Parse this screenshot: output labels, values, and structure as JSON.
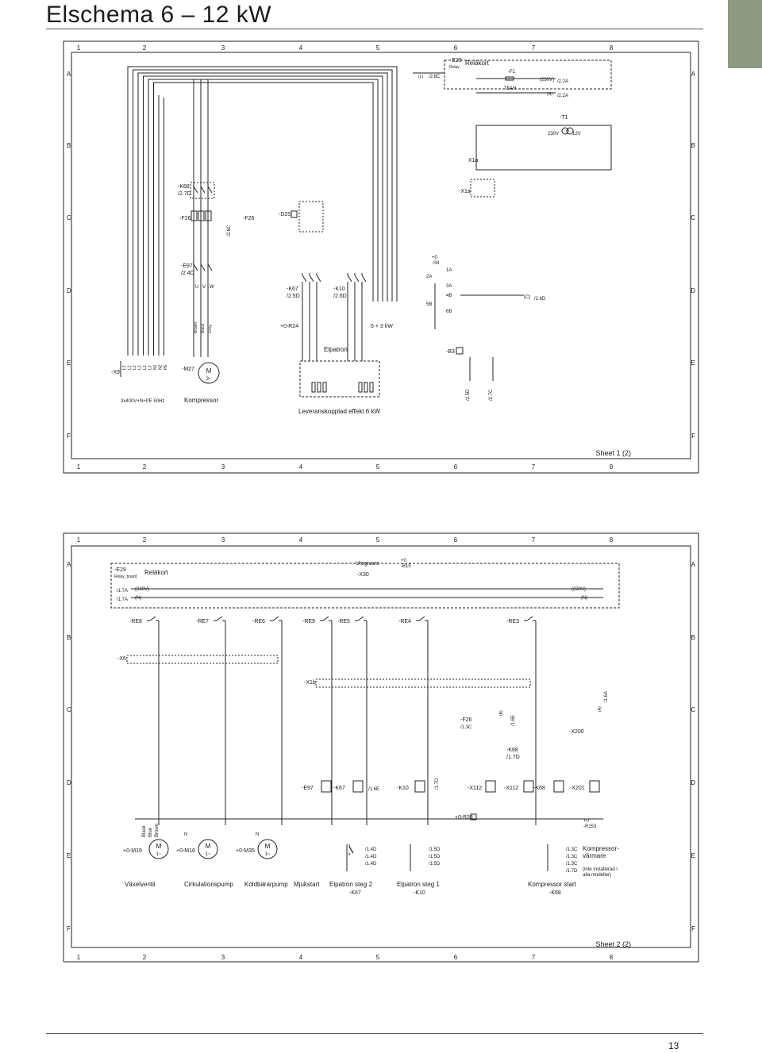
{
  "page": {
    "title": "Elschema 6 – 12 kW",
    "page_number": "13",
    "tab_color": "#8d9b82"
  },
  "sheet1": {
    "col_numbers": [
      "1",
      "2",
      "3",
      "4",
      "5",
      "6",
      "7",
      "8"
    ],
    "row_letters": [
      "A",
      "B",
      "C",
      "D",
      "E",
      "F"
    ],
    "sheet_label": "Sheet 1 (2)",
    "labels": {
      "e29": "-E29",
      "e29_sub": "Relay",
      "relakort": "Reläkort",
      "ref_28c": "/2.8C",
      "l_marker": "(L)",
      "f1": "-F1",
      "f1_val": "T5AH",
      "v230": "(230V)",
      "n_marker": "(N)",
      "ref_22a_1": "/2.2A",
      "ref_22a_2": "/2.2A",
      "t1": "-T1",
      "t1_in": "230V",
      "t1_out": "12V",
      "x1a_top": "X1a",
      "x1a": "-X1a",
      "k68": "-K68",
      "k68_ref": "/2.7D",
      "f26": "-F26",
      "f26_b": "-F26",
      "f26_ref": "/2.6C",
      "d25": "-D25",
      "e97": "-E97",
      "e97_ref": "/2.4D",
      "k67": "-K67",
      "k67_ref": "/2.5D",
      "k10": "-K10",
      "k10_ref": "/2.6D",
      "r24": "+0-R24",
      "kw": "6 + 3 kW",
      "elpatron": "Elpatron",
      "s8": "+0\n-S8",
      "b3": "-B3",
      "c_marker": "(C)",
      "ref_26": "/2.6D",
      "ref_25": "/2.5D",
      "ref_27": "/2.7C",
      "x9": "-X9",
      "m27": "-M27",
      "motor": "M",
      "motor_ph": "3~",
      "supply": "3x400V+N+PE 50Hz",
      "kompressor": "Kompressor",
      "leveranskopplad": "Leveranskopplad effekt 6 kW",
      "terms_x9": [
        "L1",
        "L1",
        "L2",
        "L2",
        "L3",
        "L3",
        "N1",
        "N2",
        "PE"
      ],
      "motor_wires": [
        "U",
        "V",
        "W"
      ],
      "colors": [
        "Brown",
        "Black",
        "Grey"
      ],
      "switch_pos": [
        "1A",
        "2A",
        "3A",
        "4B",
        "5B",
        "6B"
      ]
    }
  },
  "sheet2": {
    "col_numbers": [
      "1",
      "2",
      "3",
      "4",
      "5",
      "6",
      "7",
      "8"
    ],
    "row_letters": [
      "A",
      "B",
      "C",
      "D",
      "E",
      "F"
    ],
    "sheet_label": "Sheet 2 (2)",
    "labels": {
      "e29": "-E29",
      "e29_sub": "Relay_board",
      "relakort": "Reläkort",
      "ref_17a_1": "/1.7A",
      "ref_17a_2": "/1.7A",
      "v230_l": "(230V)",
      "n_l": "(N)",
      "v230_r": "(230V)",
      "n_r": "(N)",
      "utegivare": "Utegivare",
      "x30": "-X30",
      "b15": "+0\n-B15",
      "relays": [
        "-RE8",
        "-RE7",
        "-RE6",
        "-RE9",
        "-RE5",
        "-RE4",
        "-RE3"
      ],
      "x6": "-X6",
      "x1b": "-X1b",
      "f26": "-F26",
      "f26_ref": "/1.3C",
      "b_marker": "(B)",
      "ref_16e": "/1.6E",
      "k68_a": "-K68",
      "k68_a_ref": "/1.7D",
      "x200": "-X200",
      "a_marker": "(A)",
      "ref_16a": "/1.6A",
      "e97": "-E97",
      "k67": "-K67",
      "ref_16e_b": "/1.6E",
      "k10": "-K10",
      "ref_17d": "/1.7D",
      "x112": "-X112",
      "x112_b": "-X112",
      "k68": "-K68",
      "x201": "-X201",
      "b33": "+0-B33",
      "r153": "+0\n-R153",
      "m19": "+0-M19",
      "m16": "+0-M16",
      "m35": "+0-M35",
      "motor": "M",
      "motor_ph": "1~",
      "n": "N",
      "cable_colors": [
        "Black",
        "Blue",
        "Brown"
      ],
      "vaxelventil": "Växelventil",
      "cirkulationspump": "Cirkulationspump",
      "koldbararpump": "Köldbärarpump",
      "mjukstart": "Mjukstart",
      "elpatron2": "Elpatron steg 2",
      "elpatron2_id": "-K67",
      "elpatron1": "Elpatron steg 1",
      "elpatron1_id": "-K10",
      "kompstart": "Kompressor start",
      "kompstart_id": "-K68",
      "komp_varmare": "Kompressor-\nvärmare",
      "komp_note": "(inte installerad i\nalla modeller)",
      "contact_refs_k67": [
        "/1.4D",
        "/1.4D",
        "/1.4D"
      ],
      "contact_refs_k10": [
        "/1.5D",
        "/1.5D",
        "/1.5D"
      ],
      "contact_refs_k68": [
        "/1.3C",
        "/1.3C",
        "/1.3C",
        "/1.7D"
      ]
    }
  }
}
